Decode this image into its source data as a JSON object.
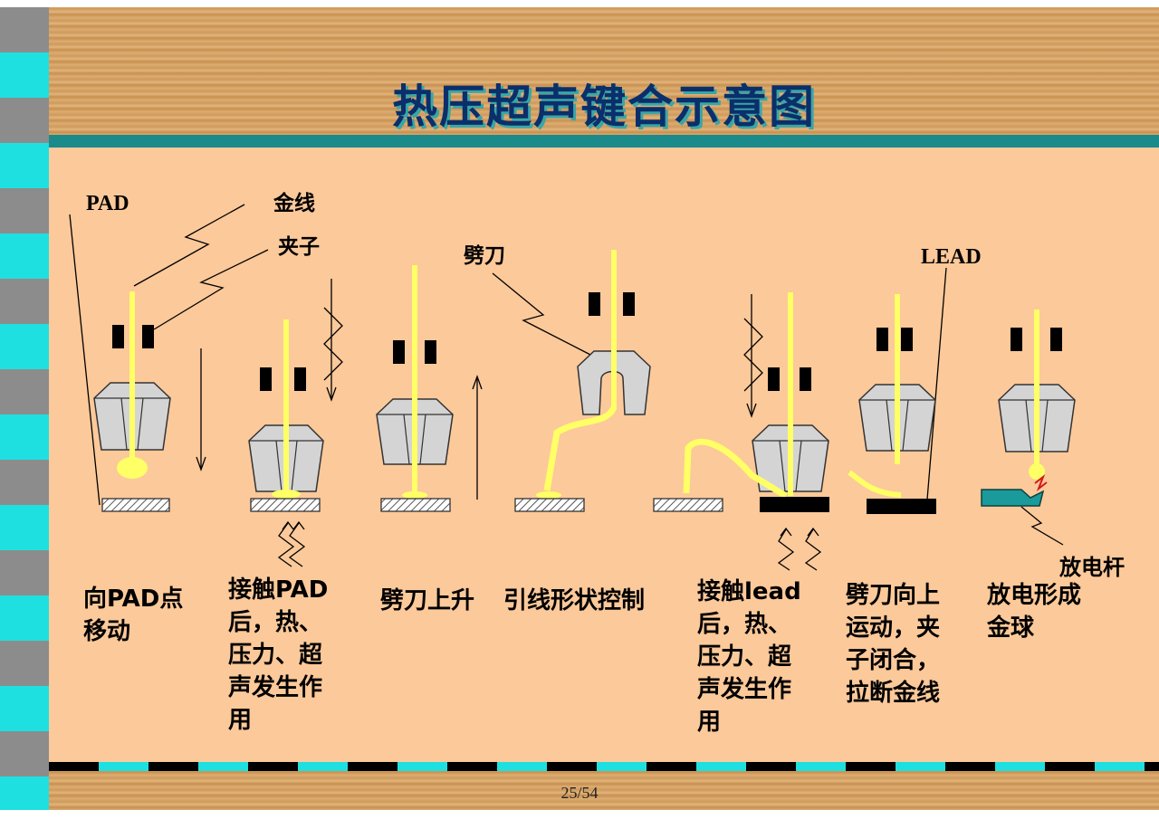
{
  "title": "热压超声键合示意图",
  "labels": {
    "pad": "PAD",
    "gold_wire": "金线",
    "clamp": "夹子",
    "capillary": "劈刀",
    "lead": "LEAD",
    "discharge_rod": "放电杆"
  },
  "steps": [
    {
      "caption": "向PAD点移动"
    },
    {
      "caption": "接触PAD后，热、压力、超声发生作用"
    },
    {
      "caption": "劈刀上升"
    },
    {
      "caption": "引线形状控制"
    },
    {
      "caption": "接触lead后，热、压力、超声发生作用"
    },
    {
      "caption": "劈刀向上运动，夹子闭合，拉断金线"
    },
    {
      "caption": "放电形成金球"
    }
  ],
  "page": "25/54",
  "colors": {
    "title": "#0b2f6b",
    "title_shadow": "#3aa6a6",
    "panel": "#fcc99a",
    "wire": "#ffff66",
    "tool": "#d4d4d4",
    "stripe_cyan": "#1fe0e0",
    "stripe_gray": "#8c8c8c",
    "teal_bar": "#1b8a8a",
    "rod": "#1a9a9a"
  }
}
